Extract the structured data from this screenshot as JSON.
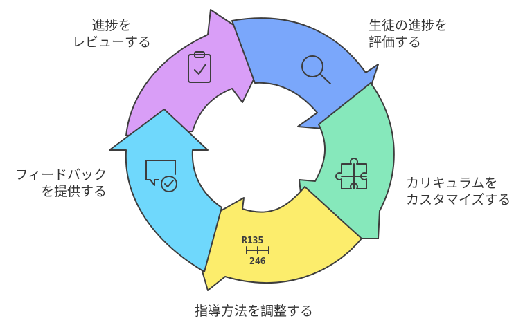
{
  "diagram": {
    "type": "cycle",
    "steps": [
      {
        "id": "review",
        "lines": [
          "進捗を",
          "レビューする"
        ],
        "color": "#d99ef7",
        "icon": "clipboard-check-icon"
      },
      {
        "id": "assess",
        "lines": [
          "生徒の進捗を",
          "評価する"
        ],
        "color": "#7aa7fb",
        "icon": "magnifier-icon"
      },
      {
        "id": "curriculum",
        "lines": [
          "カリキュラムを",
          "カスタマイズする"
        ],
        "color": "#86e8bb",
        "icon": "puzzle-icon"
      },
      {
        "id": "adjust",
        "lines": [
          "指導方法を調整する"
        ],
        "color": "#fced6c",
        "icon": "gear-shift-icon",
        "icon_text_top": "R135",
        "icon_text_bottom": "246"
      },
      {
        "id": "feedback",
        "lines": [
          "フィードバック",
          "を提供する"
        ],
        "color": "#6fd8fc",
        "icon": "chat-check-icon"
      }
    ]
  }
}
